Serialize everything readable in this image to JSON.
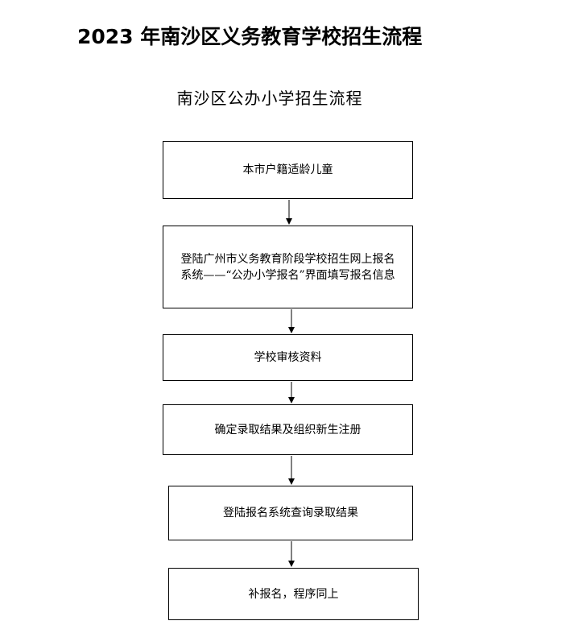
{
  "document": {
    "title": "2023 年南沙区义务教育学校招生流程",
    "subtitle": "南沙区公办小学招生流程"
  },
  "flowchart": {
    "steps": [
      {
        "label": "本市户籍适龄儿童"
      },
      {
        "label": "登陆广州市义务教育阶段学校招生网上报名\n系统——“公办小学报名”界面填写报名信息"
      },
      {
        "label": "学校审核资料"
      },
      {
        "label": "确定录取结果及组织新生注册"
      },
      {
        "label": "登陆报名系统查询录取结果"
      },
      {
        "label": "补报名，程序同上"
      }
    ]
  }
}
